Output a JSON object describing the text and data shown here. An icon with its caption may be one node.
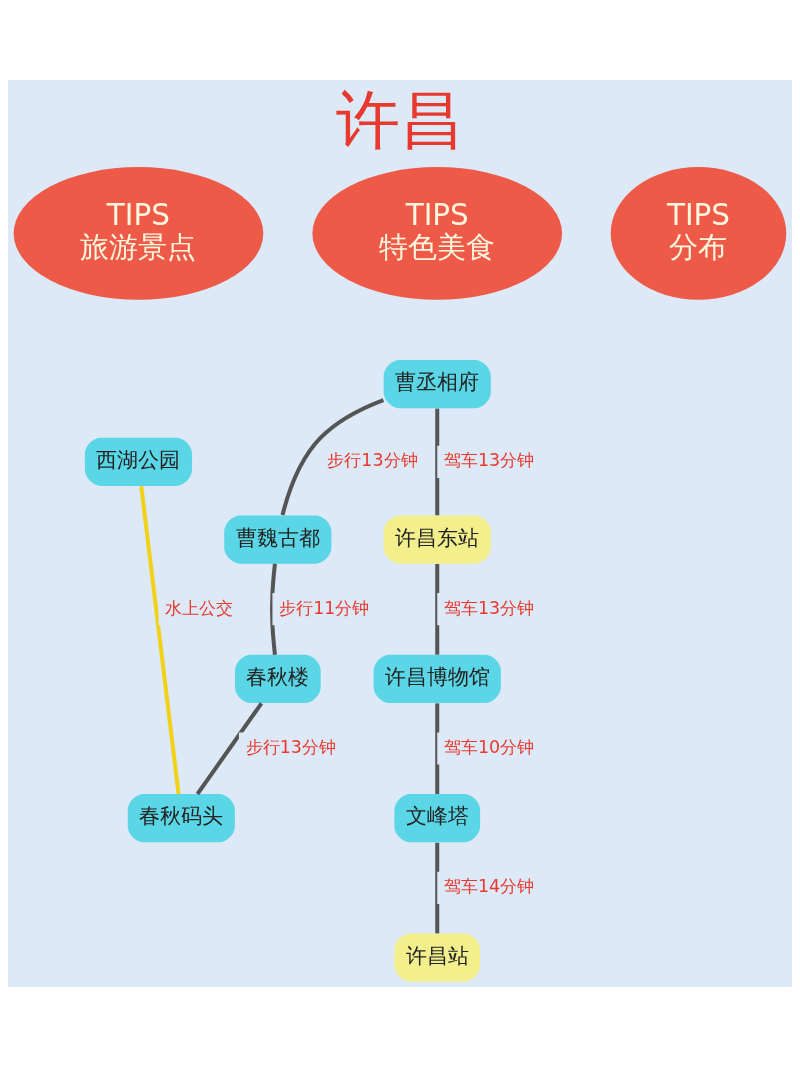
{
  "diagram": {
    "title": "许昌",
    "nodes": [
      {
        "text": [
          "TIPS",
          "旅游景点"
        ]
      },
      {
        "text": [
          "TIPS",
          "分布"
        ]
      },
      {
        "text": [
          "TIPS",
          "特色美食"
        ]
      },
      {
        "text": [
          "西湖公园"
        ]
      },
      {
        "text": [
          "曹丞相府"
        ]
      },
      {
        "text": [
          "曹魏古都"
        ]
      },
      {
        "text": [
          "春秋楼"
        ]
      },
      {
        "text": [
          "春秋码头"
        ]
      },
      {
        "text": [
          "许昌东站"
        ]
      },
      {
        "text": [
          "许昌博物馆"
        ]
      },
      {
        "text": [
          "文峰塔"
        ]
      },
      {
        "text": [
          "许昌站"
        ]
      }
    ],
    "edges": [
      {
        "from": 3,
        "to": 7,
        "arrow": "none",
        "label": "水上公交",
        "color": "#f2d219"
      },
      {
        "from": 4,
        "to": 5,
        "arrow": "none",
        "label": "步行13分钟"
      },
      {
        "from": 5,
        "to": 6,
        "arrow": "none",
        "label": "步行11分钟"
      },
      {
        "from": 6,
        "to": 7,
        "arrow": "none",
        "label": "步行13分钟"
      },
      {
        "from": 4,
        "to": 8,
        "arrow": "none",
        "label": "驾车13分钟"
      },
      {
        "from": 8,
        "to": 9,
        "arrow": "none",
        "label": "驾车13分钟"
      },
      {
        "from": 9,
        "to": 10,
        "arrow": "none",
        "label": "驾车10分钟"
      },
      {
        "from": 10,
        "to": 11,
        "arrow": "none",
        "label": "驾车14分钟"
      }
    ]
  }
}
